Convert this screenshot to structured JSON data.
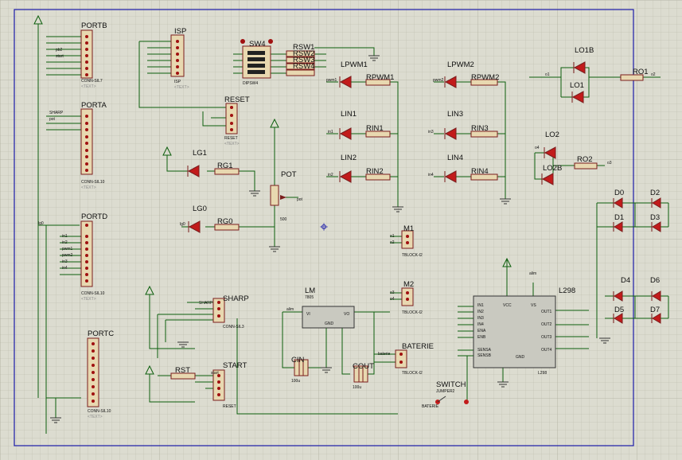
{
  "text_placeholder": "<TEXT>",
  "components": {
    "portb": {
      "name": "PORTB",
      "type": "CONN-SIL7"
    },
    "porta": {
      "name": "PORTA",
      "type": "CONN-SIL10"
    },
    "portd": {
      "name": "PORTD",
      "type": "CONN-SIL10"
    },
    "portc": {
      "name": "PORTC",
      "type": "CONN-SIL10"
    },
    "isp": {
      "name": "ISP",
      "type": "ISP"
    },
    "reset": {
      "name": "RESET",
      "type": "RESET"
    },
    "sw4": {
      "name": "SW4",
      "type": "DIPSW4"
    },
    "rsw": {
      "names": [
        "RSW1",
        "RSW2",
        "RSW3",
        "RSW4"
      ]
    },
    "leds": {
      "lpwm1": "LPWM1",
      "lin1": "LIN1",
      "lin2": "LIN2",
      "lpwm2": "LPWM2",
      "lin3": "LIN3",
      "lin4": "LIN4",
      "lo1b": "LO1B",
      "lo1": "LO1",
      "lo2": "LO2",
      "lo2b": "LO2B",
      "lg1": "LG1",
      "lg0": "LG0"
    },
    "resistors": {
      "rpwm1": "RPWM1",
      "rin1": "RIN1",
      "rin2": "RIN2",
      "rpwm2": "RPWM2",
      "rin3": "RIN3",
      "rin4": "RIN4",
      "ro1": "RO1",
      "ro2": "RO2",
      "rg1": "RG1",
      "rg0": "RG0",
      "rst": "RST"
    },
    "diodes": [
      "D0",
      "D2",
      "D1",
      "D3",
      "D4",
      "D6",
      "D5",
      "D7"
    ],
    "pot": {
      "name": "POT",
      "value": "500"
    },
    "m1": {
      "name": "M1",
      "type": "TBLOCK-I2"
    },
    "m2": {
      "name": "M2",
      "type": "TBLOCK-I2"
    },
    "baterie": {
      "name": "BATERIE",
      "type": "TBLOCK-I2"
    },
    "lm": {
      "name": "LM",
      "part": "7805",
      "vi": "VI",
      "vo": "VO",
      "gnd": "GND"
    },
    "cin": {
      "name": "CIN",
      "value": "100u"
    },
    "cout": {
      "name": "COUT",
      "value": "100u"
    },
    "sharp": {
      "name": "SHARP",
      "type": "CONN-SIL3"
    },
    "start": {
      "name": "START",
      "type": "RESET"
    },
    "switch": {
      "name": "SWITCH",
      "type": "JUMPER2",
      "pin_label": "BATERIE"
    },
    "l298": {
      "name": "L298",
      "part": "L298",
      "pins": [
        "IN1",
        "IN2",
        "IN3",
        "IN4",
        "ENA",
        "ENB",
        "SENSA",
        "SENSB",
        "VCC",
        "VS",
        "GND",
        "OUT1",
        "OUT2",
        "OUT3",
        "OUT4"
      ]
    }
  },
  "nets": {
    "pb2": "pb2",
    "stat": "start",
    "sharp": "SHARP",
    "pot": "pot",
    "lg0": "lg0",
    "in1": "in1",
    "in2": "in2",
    "in3": "in3",
    "in4": "in4",
    "pwm1": "pwm1",
    "pwm2": "pwm2",
    "o1": "o1",
    "o2": "o2",
    "o3": "o3",
    "o4": "o4",
    "baterie": "baterie",
    "alim": "alim"
  },
  "colors": {
    "background": "#dcdcd0",
    "grid": "#b8b8a8",
    "wire": "#0c5e0c",
    "component_outline": "#7a1d1d",
    "led_fill": "#c21b1b",
    "sheet_border": "#1a1aa8"
  }
}
